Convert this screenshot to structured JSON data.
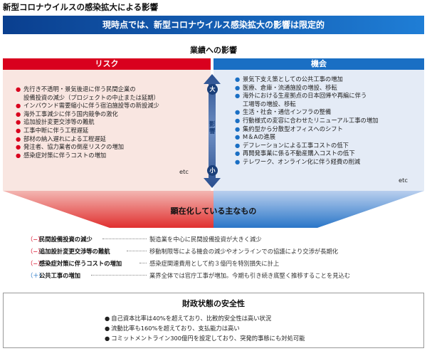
{
  "page_title": "新型コロナウイルスの感染拡大による影響",
  "banner_text": "現時点では、新型コロナウイルス感染拡大の影響は限定的",
  "business_impact": {
    "title": "業績への影響",
    "risk": {
      "header": "リスク",
      "items": [
        "先行き不透明・景気後退に伴う民間企業の",
        "設備投資の減少（プロジェクトの中止または延期）",
        "インバウンド需要縮小に伴う宿泊施設等の新設減少",
        "海外工事減少に伴う国内競争の激化",
        "追加設計変更交渉等の難航",
        "工事中断に伴う工程遅延",
        "部材の納入遅れによる工程遅延",
        "発注者、協力業者の倒産リスクの増加",
        "感染症対策に伴うコストの増加"
      ],
      "etc": "etc"
    },
    "opportunity": {
      "header": "機会",
      "items": [
        "景気下支え策としての公共工事の増加",
        "医療、倉庫・流通施設の増設、移転",
        "海外における生産拠点の日本回帰や再編に伴う",
        "工場等の増設、移転",
        "生活・社会・通信インフラの整備",
        "行動様式の変容に合わせたリニューアル工事の増加",
        "集約型から分散型オフィスへのシフト",
        "M＆Aの進展",
        "デフレーションによる工事コストの低下",
        "再開発事業に係る不動産購入コストの低下",
        "テレワーク、オンライン化に伴う経費の削減"
      ],
      "etc": "etc"
    },
    "axis": {
      "top": "大",
      "bottom": "小",
      "label": "影響"
    }
  },
  "funnel_label": "顕在化している主なもの",
  "manifested_effects": [
    {
      "sign": "（−）",
      "name": "民間設備投資の減少",
      "desc": "製造業を中心に民間設備投資が大きく減少",
      "type": "minus"
    },
    {
      "sign": "（−）",
      "name": "追加設計変更交渉等の難航",
      "desc": "移動制限等による機会の減少やオンラインでの協議により交渉が長期化",
      "type": "minus"
    },
    {
      "sign": "（−）",
      "name": "感染症対策に伴うコストの増加",
      "desc": "感染症関連費用として約３億円を特別損失に計上",
      "type": "minus"
    },
    {
      "sign": "（＋）",
      "name": "公共工事の増加",
      "desc": "業界全体では官庁工事が増加。今期も引き続き底堅く推移することを見込む",
      "type": "plus"
    }
  ],
  "financial": {
    "title": "財政状態の安全性",
    "items": [
      "自己資本比率は40%を超えており、比較的安全性は高い状況",
      "流動比率も160%を超えており、支払能力は高い",
      "コミットメントライン300億円を設定しており、突発的事態にも対処可能"
    ]
  },
  "colors": {
    "risk": "#d9001e",
    "opportunity": "#1a6fc4",
    "banner": "#1560b5"
  }
}
